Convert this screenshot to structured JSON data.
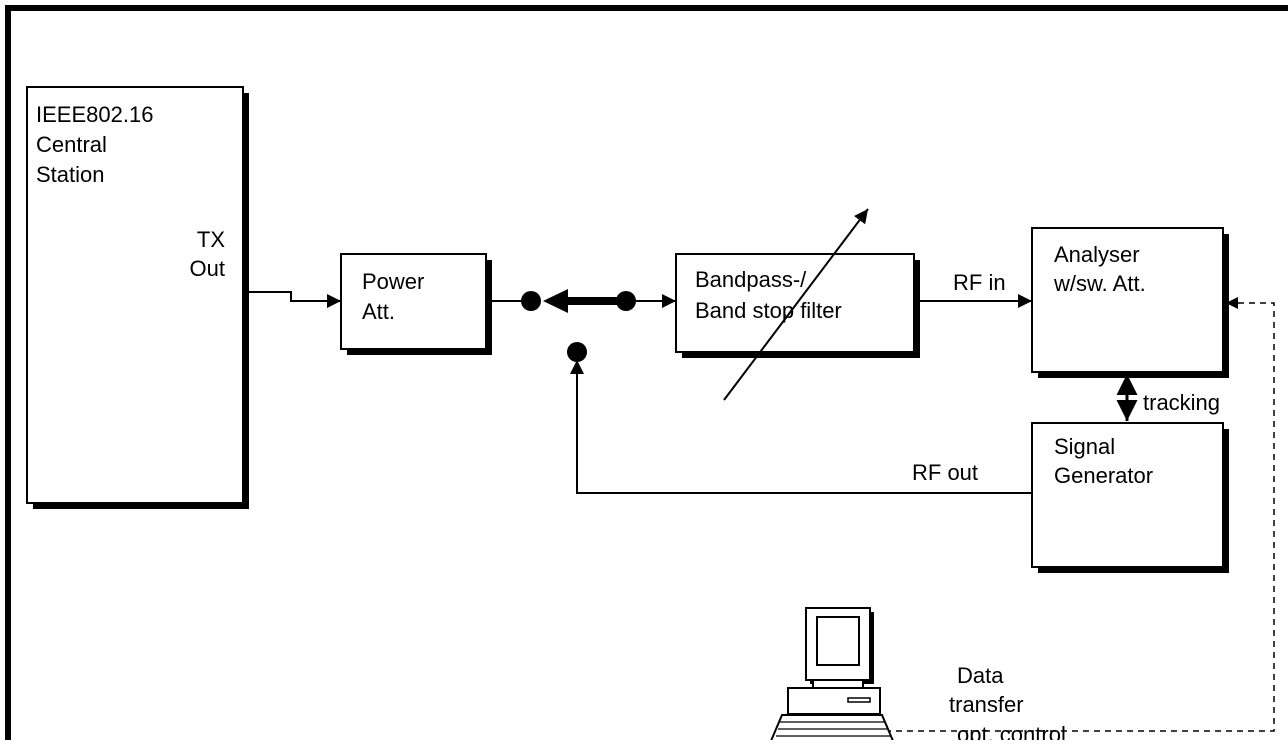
{
  "diagram": {
    "central_station": {
      "line1": "IEEE802.16",
      "line2": "Central",
      "line3": "Station",
      "port_line1": "TX",
      "port_line2": "Out"
    },
    "power_att": {
      "line1": "Power",
      "line2": "Att."
    },
    "filter": {
      "line1": "Bandpass-/",
      "line2": "Band stop filter"
    },
    "analyser": {
      "line1": "Analyser",
      "line2": "w/sw. Att."
    },
    "signal_generator": {
      "line1": "Signal",
      "line2": "Generator"
    },
    "labels": {
      "rf_in": "RF in",
      "rf_out": "RF out",
      "tracking": "tracking",
      "data_transfer_line1": "Data",
      "data_transfer_line2": "transfer",
      "data_transfer_line3": "opt. control"
    }
  }
}
